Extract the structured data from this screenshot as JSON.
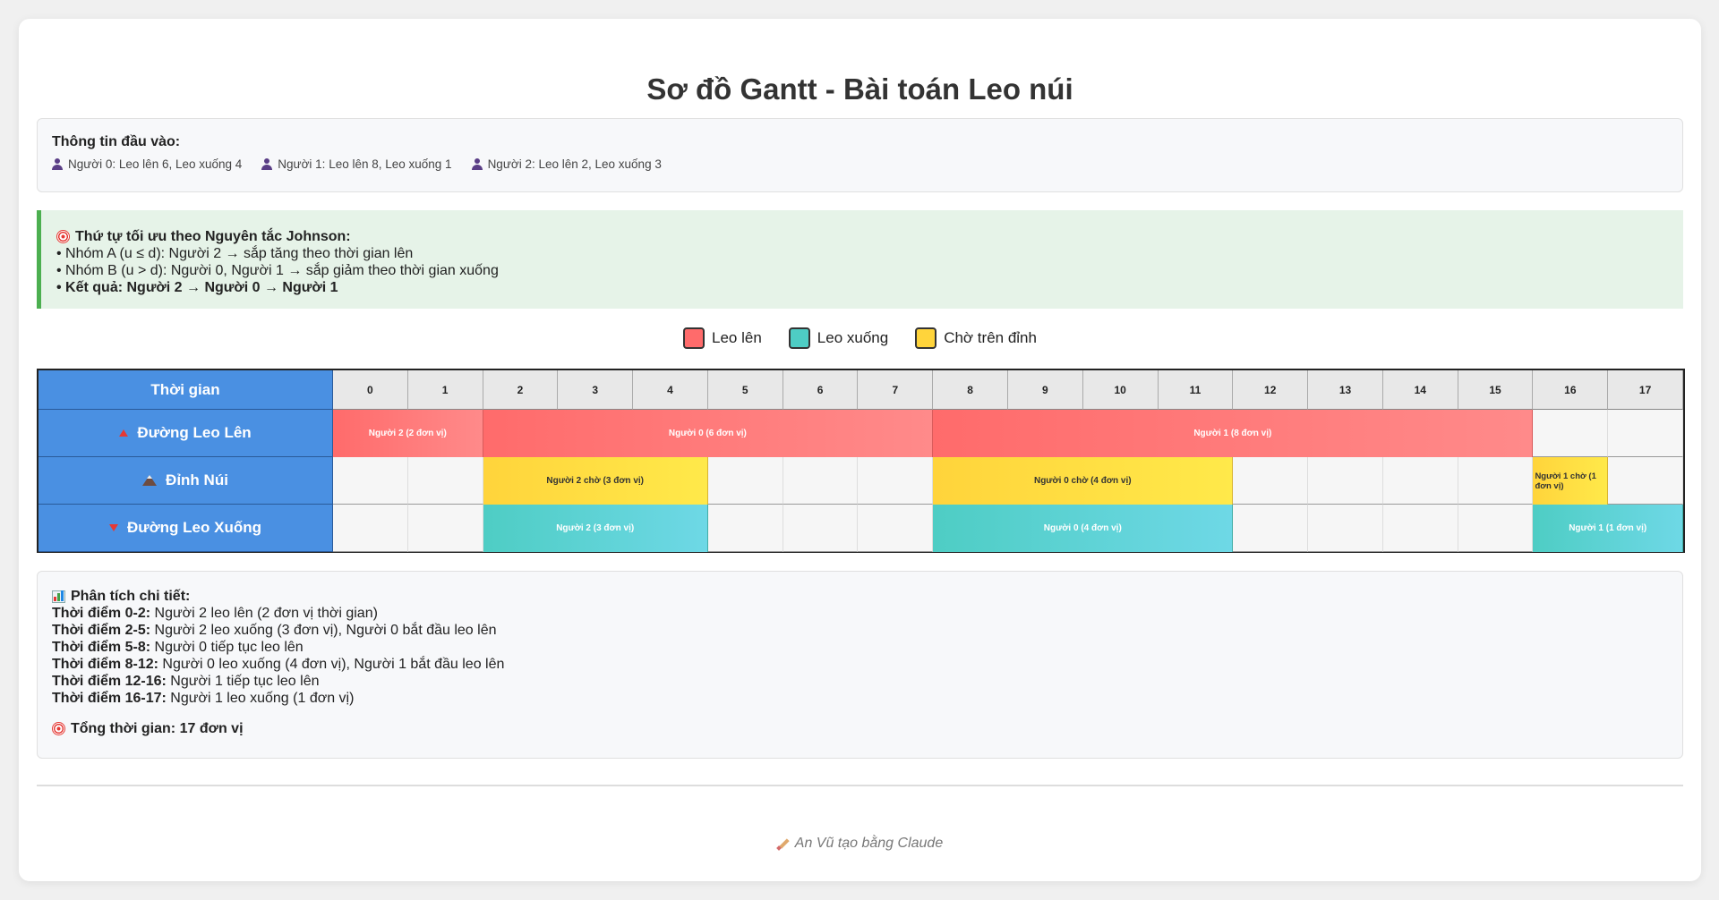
{
  "page": {
    "title": "Sơ đồ Gantt - Bài toán Leo núi"
  },
  "input_info": {
    "title": "Thông tin đầu vào:",
    "persons": [
      {
        "icon": "person-icon",
        "text": "Người 0: Leo lên 6, Leo xuống 4"
      },
      {
        "icon": "person-icon",
        "text": "Người 1: Leo lên 8, Leo xuống 1"
      },
      {
        "icon": "person-icon",
        "text": "Người 2: Leo lên 2, Leo xuống 3"
      }
    ]
  },
  "johnson": {
    "title": "Thứ tự tối ưu theo Nguyên tắc Johnson:",
    "group_a": "• Nhóm A (u ≤ d): Người 2 → sắp tăng theo thời gian lên",
    "group_b": "• Nhóm B (u > d): Người 0, Người 1 → sắp giảm theo thời gian xuống",
    "result": "• Kết quả: Người 2 → Người 0 → Người 1"
  },
  "legend": [
    {
      "label": "Leo lên",
      "color": "#ff6b6b"
    },
    {
      "label": "Leo xuống",
      "color": "#4ecdc4"
    },
    {
      "label": "Chờ trên đỉnh",
      "color": "#ffd43b"
    }
  ],
  "chart_data": {
    "type": "gantt",
    "time_label": "Thời gian",
    "x": [
      "0",
      "1",
      "2",
      "3",
      "4",
      "5",
      "6",
      "7",
      "8",
      "9",
      "10",
      "11",
      "12",
      "13",
      "14",
      "15",
      "16",
      "17"
    ],
    "lanes": [
      {
        "name": "Đường Leo Lên",
        "icon": "triangle-up-icon",
        "kind": "up",
        "tasks": [
          {
            "label": "Người 2 (2 đơn vị)",
            "start": 0,
            "end": 2
          },
          {
            "label": "Người 0 (6 đơn vị)",
            "start": 2,
            "end": 8
          },
          {
            "label": "Người 1 (8 đơn vị)",
            "start": 8,
            "end": 16
          }
        ]
      },
      {
        "name": "Đỉnh Núi",
        "icon": "mountain-icon",
        "kind": "wait",
        "tasks": [
          {
            "label": "Người 2 chờ (3 đơn vị)",
            "start": 2,
            "end": 5
          },
          {
            "label": "Người 0 chờ (4 đơn vị)",
            "start": 8,
            "end": 12
          },
          {
            "label": "Người 1 chờ (1 đơn vị)",
            "start": 16,
            "end": 17
          }
        ]
      },
      {
        "name": "Đường Leo Xuống",
        "icon": "triangle-down-icon",
        "kind": "down",
        "tasks": [
          {
            "label": "Người 2 (3 đơn vị)",
            "start": 2,
            "end": 5
          },
          {
            "label": "Người 0 (4 đơn vị)",
            "start": 8,
            "end": 12
          },
          {
            "label": "Người 1 (1 đơn vị)",
            "start": 16,
            "end": 18
          }
        ]
      }
    ],
    "colors": {
      "up": "#ff6b6b",
      "wait": "#ffd43b",
      "down": "#4ecdc4",
      "label_bg": "#4a90e2"
    }
  },
  "analysis": {
    "title": "Phân tích chi tiết:",
    "lines": [
      {
        "time": "Thời điểm 0-2:",
        "text": " Người 2 leo lên (2 đơn vị thời gian)"
      },
      {
        "time": "Thời điểm 2-5:",
        "text": " Người 2 leo xuống (3 đơn vị), Người 0 bắt đầu leo lên"
      },
      {
        "time": "Thời điểm 5-8:",
        "text": " Người 0 tiếp tục leo lên"
      },
      {
        "time": "Thời điểm 8-12:",
        "text": " Người 0 leo xuống (4 đơn vị), Người 1 bắt đầu leo lên"
      },
      {
        "time": "Thời điểm 12-16:",
        "text": " Người 1 tiếp tục leo lên"
      },
      {
        "time": "Thời điểm 16-17:",
        "text": " Người 1 leo xuống (1 đơn vị)"
      }
    ],
    "total": "Tổng thời gian: 17 đơn vị"
  },
  "footer": {
    "text": "An Vũ tạo bằng Claude"
  }
}
